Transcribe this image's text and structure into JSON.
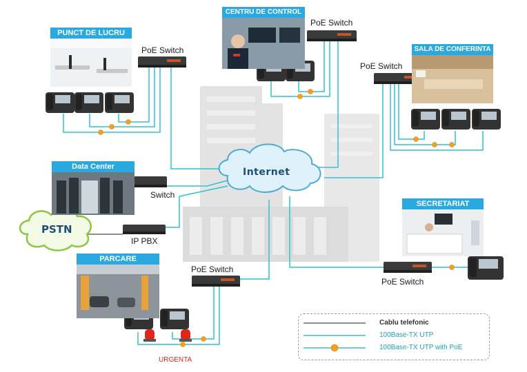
{
  "sites": {
    "punct_de_lucru": "PUNCT DE LUCRU",
    "centru_de_control": "CENTRU DE CONTROL",
    "sala_de_conferinta": "SALA DE CONFERINTA",
    "data_center": "Data Center",
    "secretariat": "SECRETARIAT",
    "parcare": "PARCARE"
  },
  "devices": {
    "poe_switch": "PoE Switch",
    "switch": "Switch",
    "ip_pbx": "IP PBX",
    "internet": "Internet",
    "pstn": "PSTN"
  },
  "urgenta": "URGENTA",
  "legend": {
    "phone_cable": "Cablu telefonic",
    "utp": "100Base-TX UTP",
    "utp_poe": "100Base-TX UTP with PoE"
  },
  "colors": {
    "header": "#2aa9e0",
    "cable_utp": "#2fc1d3",
    "cable_phone": "#4a4a4a",
    "poe_dot": "#f5a21a",
    "cloud": "#dff1fb",
    "cloud_stroke": "#8cc63f"
  }
}
